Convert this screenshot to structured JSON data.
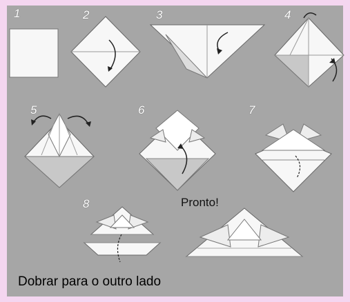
{
  "steps": {
    "s1": "1",
    "s2": "2",
    "s3": "3",
    "s4": "4",
    "s5": "5",
    "s6": "6",
    "s7": "7",
    "s8": "8"
  },
  "done_label": "Pronto!",
  "caption": "Dobrar para o outro lado",
  "colors": {
    "background": "#f4d6f0",
    "panel": "#a6a6a6",
    "paper": "#f7f7f7",
    "paper_shadow": "#c8c8c8"
  }
}
